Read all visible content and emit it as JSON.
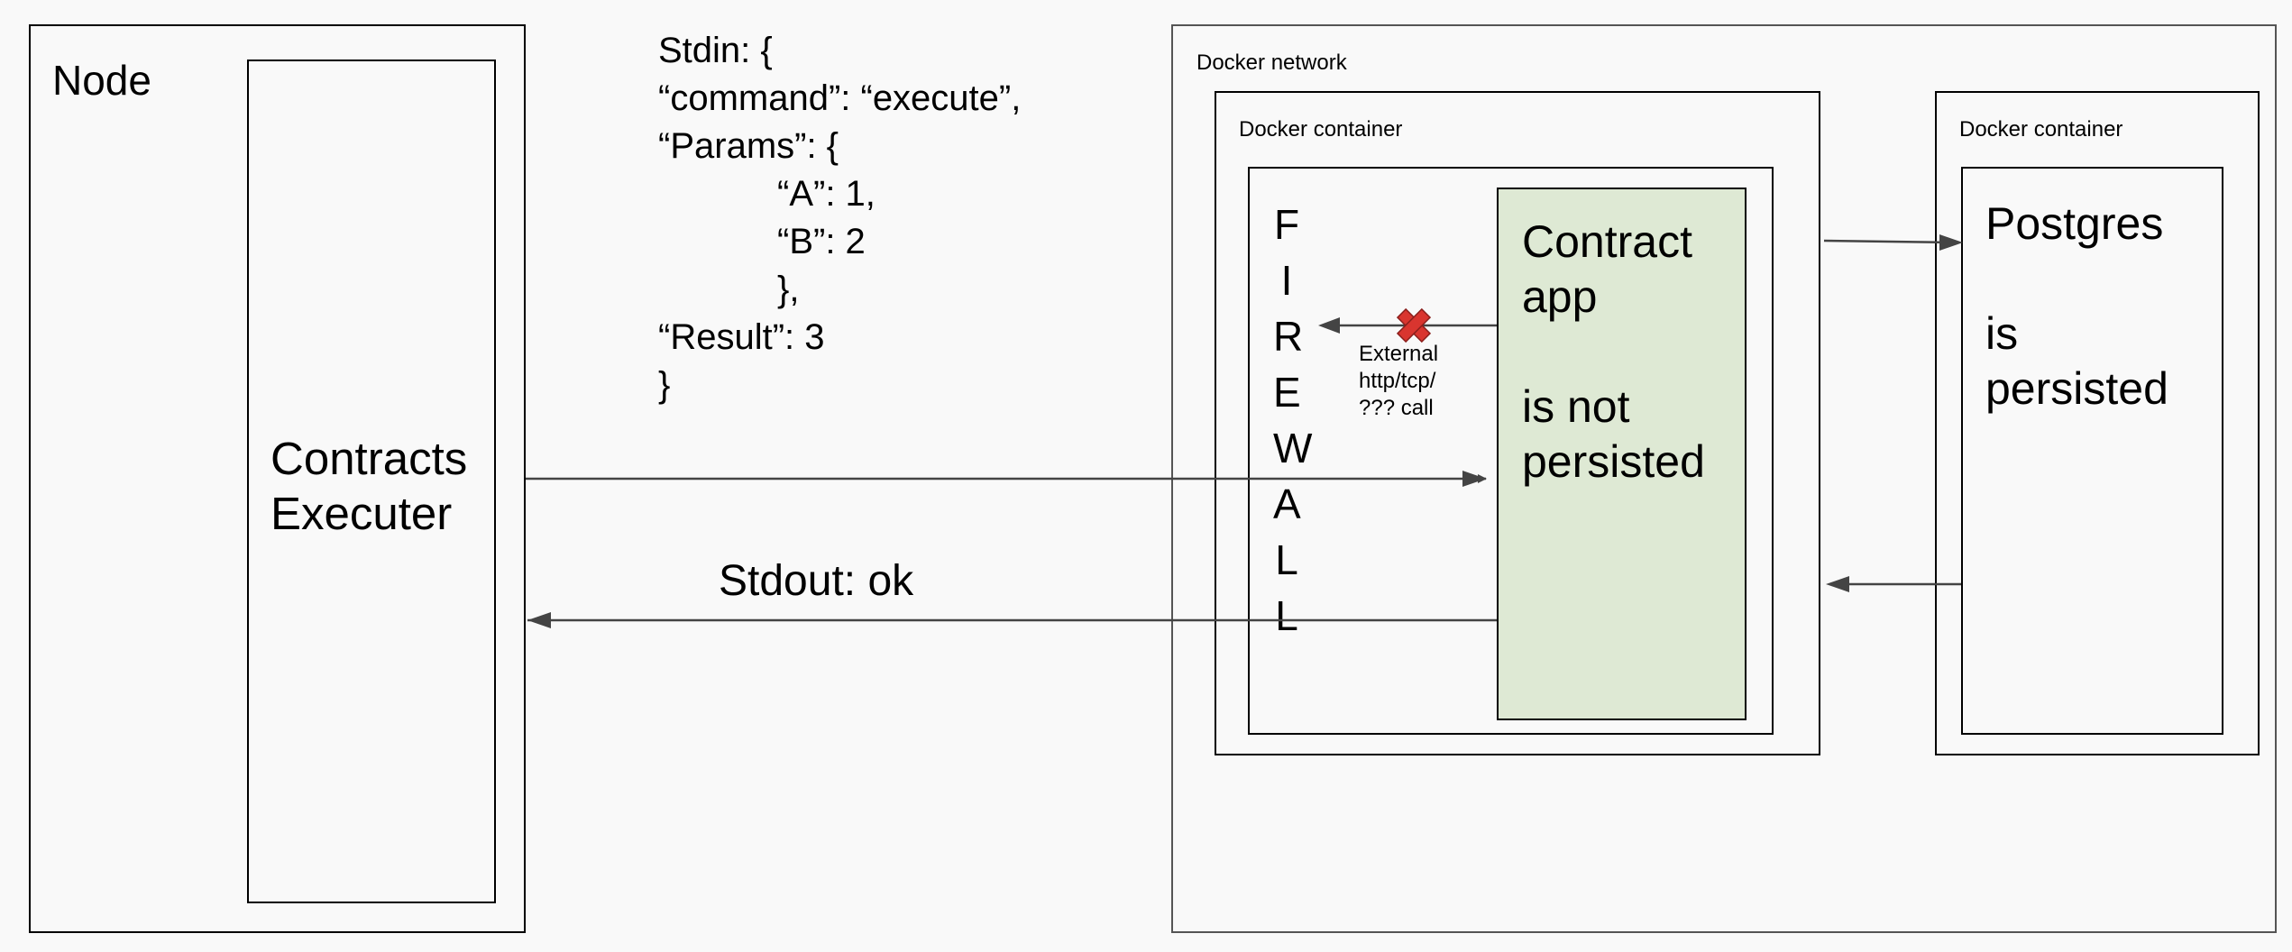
{
  "node": {
    "title": "Node",
    "executer_label": "Contracts\nExecuter"
  },
  "stdin": {
    "lines": [
      "Stdin: {",
      "“command”: “execute”,",
      "“Params”: {",
      "“A”: 1,",
      "“B”: 2",
      "},",
      "“Result”: 3",
      "}"
    ]
  },
  "stdout": {
    "label": "Stdout: ok"
  },
  "docker_network": {
    "label": "Docker network"
  },
  "container_app": {
    "label": "Docker container",
    "firewall": "F\nI\nR\nE\nW\nA\nL\nL",
    "external_call": "External\nhttp/tcp/\n??? call",
    "contract_app": "Contract\napp\n\nis not\npersisted"
  },
  "container_db": {
    "label": "Docker container",
    "postgres": "Postgres\n\nis\npersisted"
  },
  "colors": {
    "app_fill": "#dee9d4",
    "arrow": "#444444",
    "blocked_mark": "#d9352f",
    "background": "#f9f9f9"
  }
}
